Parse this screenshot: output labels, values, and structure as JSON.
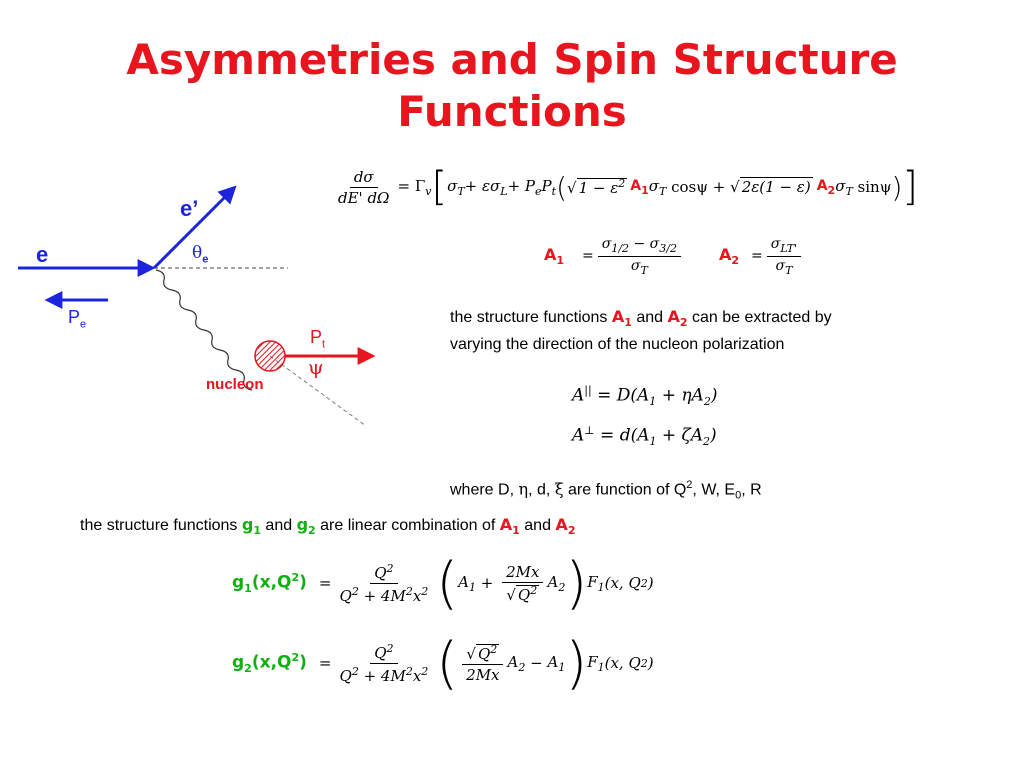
{
  "title": {
    "line1": "Asymmetries and Spin Structure",
    "line2": "Functions"
  },
  "diagram": {
    "e_label": "e",
    "e_prime_label": "e’",
    "theta_label": "θ",
    "theta_sub": "e",
    "pe_label": "P",
    "pe_sub": "e",
    "pt_label": "P",
    "pt_sub": "t",
    "psi_label": "ψ",
    "nucleon_label": "nucleon",
    "colors": {
      "arrow": "#1d24e0",
      "target": "#e8141e",
      "label_blue": "#1d24e0",
      "label_red": "#e8141e"
    }
  },
  "eq_main": {
    "lhs_num": "dσ",
    "lhs_den": "dE' dΩ",
    "prefix": "= Γ",
    "prefix_sub": "v",
    "bracket_body": "σ",
    "sigmaT_sub": "T",
    "plus1": " + εσ",
    "sigmaL_sub": "L",
    "plus2": " + P",
    "pe_sub": "e",
    "pt": "P",
    "pt_sub": "t",
    "sqrt1": "1 − ε",
    "sqrt1_sup": "2",
    "a1": "A",
    "a1_sub": "1",
    "sigma_t2": "σ",
    "sigma_t2_sub": "T",
    "cos": " cosψ + ",
    "sqrt2": "2ε(1 − ε)",
    "a2": "A",
    "a2_sub": "2",
    "sigma_t3": "σ",
    "sigma_t3_sub": "T",
    "sin": " sinψ"
  },
  "eq_a1": {
    "label": "A",
    "label_sub": "1",
    "eq": "=",
    "num_a": "σ",
    "num_a_sub": "1/2",
    "minus": " − σ",
    "num_b_sub": "3/2",
    "den": "σ",
    "den_sub": "T"
  },
  "eq_a2": {
    "label": "A",
    "label_sub": "2",
    "eq": "=",
    "num": "σ",
    "num_sub": "LT'",
    "den": "σ",
    "den_sub": "T"
  },
  "text1": {
    "part1": "the structure functions ",
    "a1": "A",
    "a1_sub": "1",
    "and": " and ",
    "a2": "A",
    "a2_sub": "2",
    "part2": " can be extracted by",
    "line2": "varying the direction of the nucleon polarization"
  },
  "eq_par": {
    "lhs": "A",
    "lhs_sup": "||",
    "rhs": " = D(A",
    "s1": "1",
    "mid": " + ηA",
    "s2": "2",
    "end": ")"
  },
  "eq_perp": {
    "lhs": "A",
    "lhs_sup": "⊥",
    "rhs": " = d(A",
    "s1": "1",
    "mid": " + ζA",
    "s2": "2",
    "end": ")"
  },
  "text2": {
    "part1": "where D, ",
    "eta": "η",
    "part2": ", d, ",
    "xi": "ξ",
    "part3": " are function of Q",
    "q_sup": "2",
    "part4": ", W, E",
    "e_sub": "0",
    "part5": ", R"
  },
  "text3": {
    "part1": "the structure functions ",
    "g1": "g",
    "g1_sub": "1",
    "and1": " and ",
    "g2": "g",
    "g2_sub": "2",
    "part2": " are linear combination of ",
    "a1": "A",
    "a1_sub": "1",
    "and2": " and ",
    "a2": "A",
    "a2_sub": "2"
  },
  "eq_g1": {
    "label": "g",
    "label_sub": "1",
    "label_args": "(x,Q",
    "label_sup": "2",
    "label_end": ")",
    "eq": "=",
    "num": "Q",
    "num_sup": "2",
    "den": "Q",
    "den_sup": "2",
    "den_rest": " + 4M",
    "den_m_sup": "2",
    "den_x": "x",
    "den_x_sup": "2",
    "inner_a": "A",
    "inner_a_sub": "1",
    "plus": " + ",
    "frac_num": "2Mx",
    "frac_den": "Q",
    "frac_den_sup": "2",
    "inner_b": "A",
    "inner_b_sub": "2",
    "f": "F",
    "f_sub": "1",
    "f_args": "(x, Q",
    "f_sup": "2",
    "f_end": ")"
  },
  "eq_g2": {
    "label": "g",
    "label_sub": "2",
    "label_args": "(x,Q",
    "label_sup": "2",
    "label_end": ")",
    "eq": "=",
    "num": "Q",
    "num_sup": "2",
    "den": "Q",
    "den_sup": "2",
    "den_rest": " + 4M",
    "den_m_sup": "2",
    "den_x": "x",
    "den_x_sup": "2",
    "frac_num": "Q",
    "frac_num_sup": "2",
    "frac_den": "2Mx",
    "inner_b": "A",
    "inner_b_sub": "2",
    "minus": " − ",
    "inner_a": "A",
    "inner_a_sub": "1",
    "f": "F",
    "f_sub": "1",
    "f_args": "(x, Q",
    "f_sup": "2",
    "f_end": ")"
  }
}
